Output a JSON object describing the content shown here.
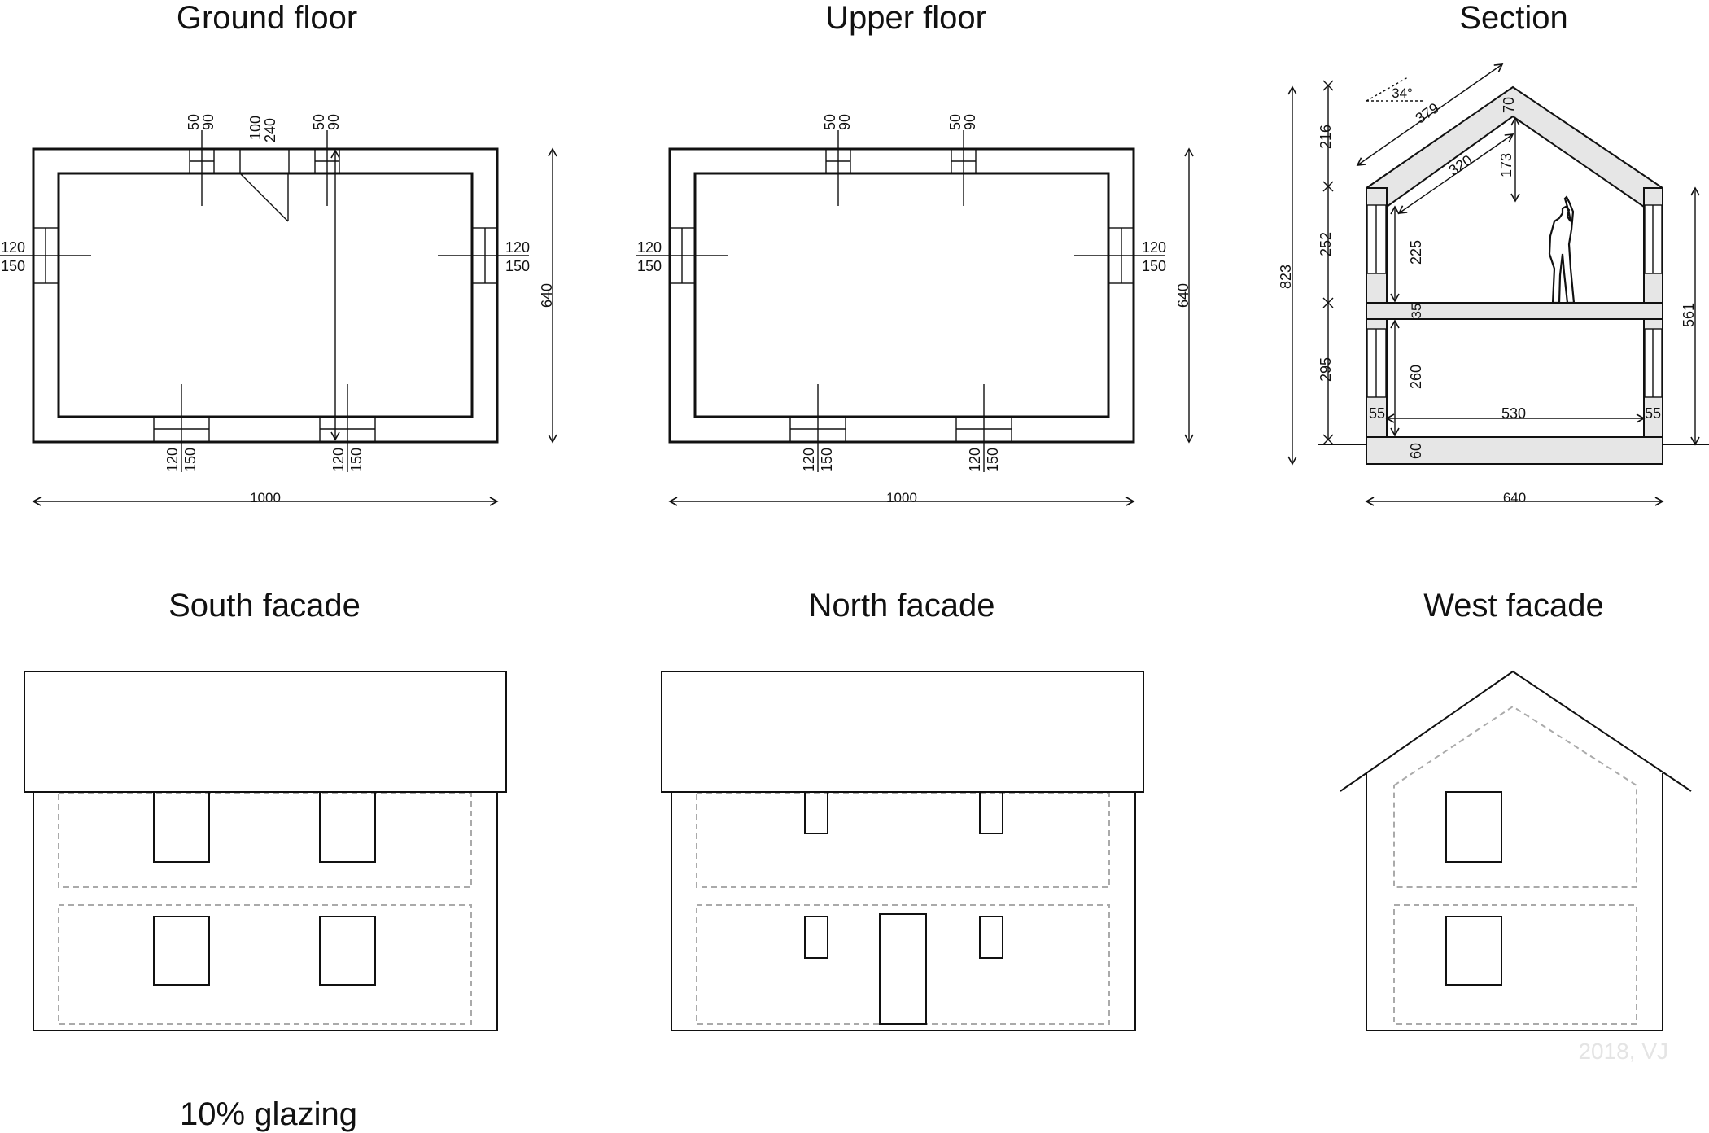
{
  "titles": {
    "ground_floor": "Ground floor",
    "upper_floor": "Upper floor",
    "section": "Section",
    "south_facade": "South facade",
    "north_facade": "North facade",
    "west_facade": "West facade"
  },
  "caption": "10% glazing",
  "watermark": "2018, VJ",
  "ground_plan": {
    "width": "1000",
    "depth": "640",
    "top_window_1": [
      "50",
      "90"
    ],
    "top_door": [
      "100",
      "240"
    ],
    "top_window_2": [
      "50",
      "90"
    ],
    "side_window_left": [
      "120",
      "150"
    ],
    "side_window_right": [
      "120",
      "150"
    ],
    "bottom_window_1": [
      "120",
      "150"
    ],
    "bottom_window_2": [
      "120",
      "150"
    ]
  },
  "upper_plan": {
    "width": "1000",
    "depth": "640",
    "top_window_1": [
      "50",
      "90"
    ],
    "top_window_2": [
      "50",
      "90"
    ],
    "side_window_left": [
      "120",
      "150"
    ],
    "side_window_right": [
      "120",
      "150"
    ],
    "bottom_window_1": [
      "120",
      "150"
    ],
    "bottom_window_2": [
      "120",
      "150"
    ]
  },
  "section_dims": {
    "roof_angle": "34°",
    "outer_rafter": "379",
    "inner_rafter": "320",
    "ridge_thickness": "70",
    "attic_height": "173",
    "roof_height": "216",
    "upper_wall": "252",
    "upper_clear": "225",
    "floor_slab": "35",
    "lower_wall": "295",
    "lower_clear": "260",
    "base_slab": "60",
    "total_height": "823",
    "eave_height": "561",
    "inner_width": "530",
    "wall_left": "55",
    "wall_right": "55",
    "overall_width": "640"
  }
}
